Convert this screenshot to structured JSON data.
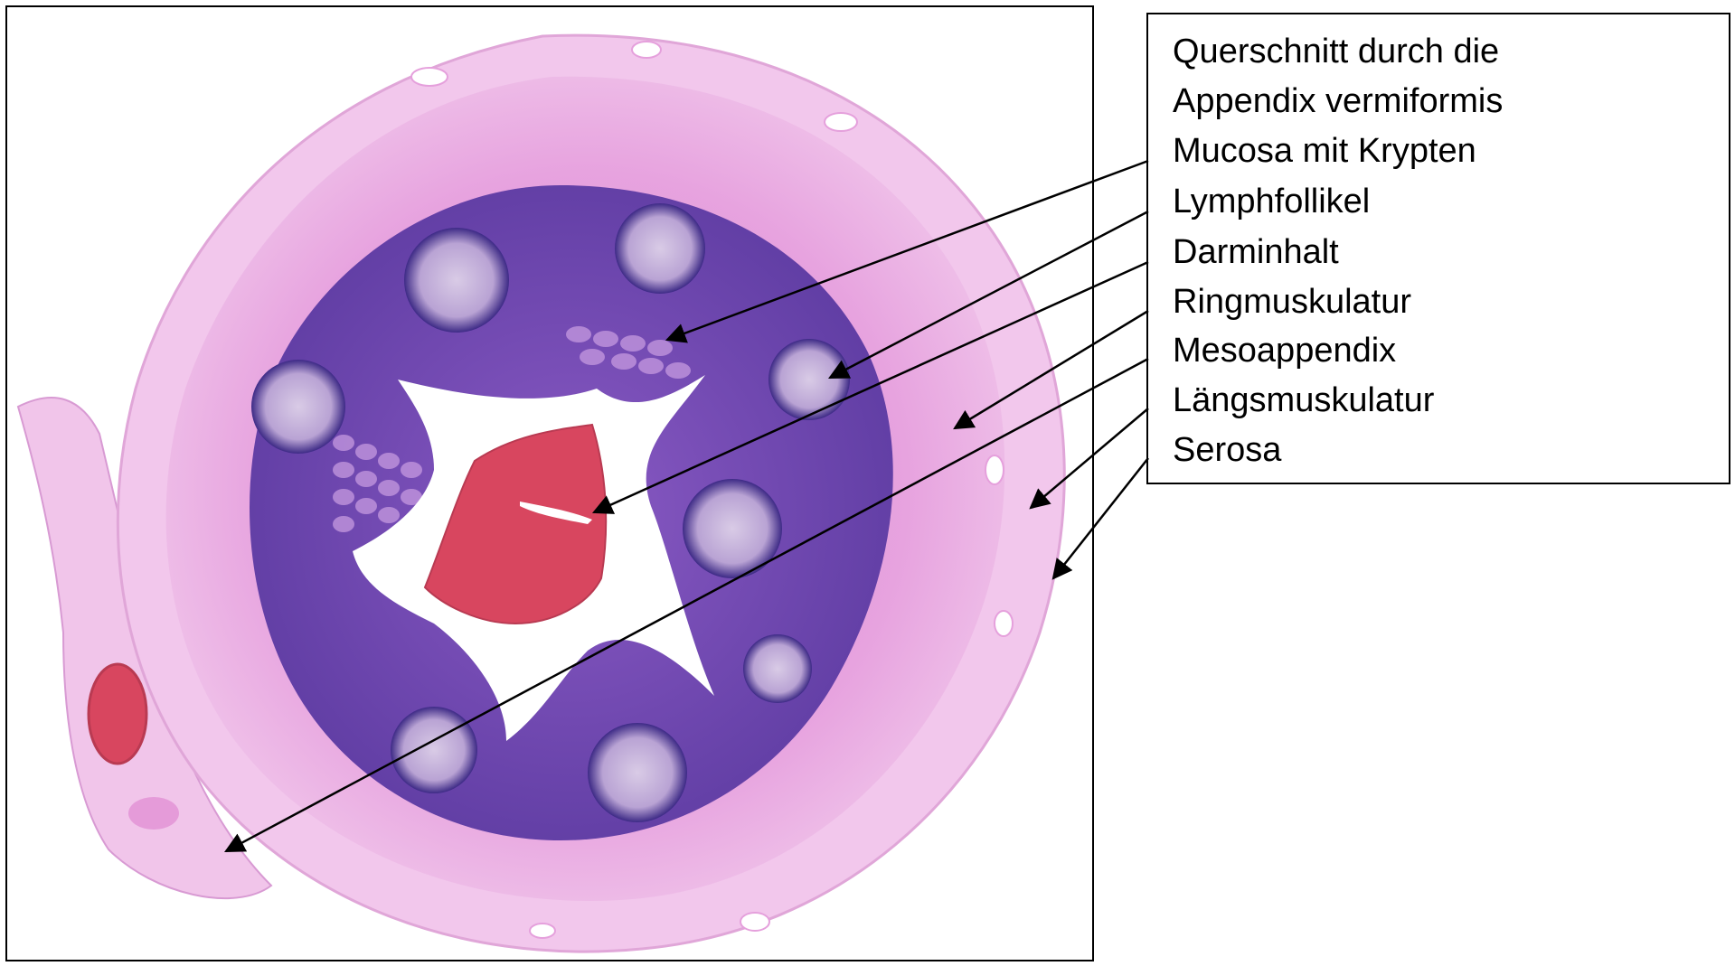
{
  "figure": {
    "title_lines": [
      "Querschnitt durch die",
      "Appendix vermiformis"
    ],
    "labels": [
      {
        "key": "mucosa",
        "text": "Mucosa mit Krypten"
      },
      {
        "key": "lymphfollikel",
        "text": "Lymphfollikel"
      },
      {
        "key": "darminhalt",
        "text": "Darminhalt"
      },
      {
        "key": "ringmuskulatur",
        "text": "Ringmuskulatur"
      },
      {
        "key": "mesoappendix",
        "text": "Mesoappendix"
      },
      {
        "key": "laengsmuskulatur",
        "text": "Längsmuskulatur"
      },
      {
        "key": "serosa",
        "text": "Serosa"
      }
    ],
    "colors": {
      "tissue_pink": "#e58fd6",
      "tissue_light": "#f2c2ec",
      "mucosa_purple": "#6a3fa8",
      "follicle_dark": "#3d2a86",
      "follicle_center": "#c9b7dc",
      "content_red": "#d8465f",
      "lumen_white": "#ffffff",
      "line_black": "#000000"
    }
  }
}
